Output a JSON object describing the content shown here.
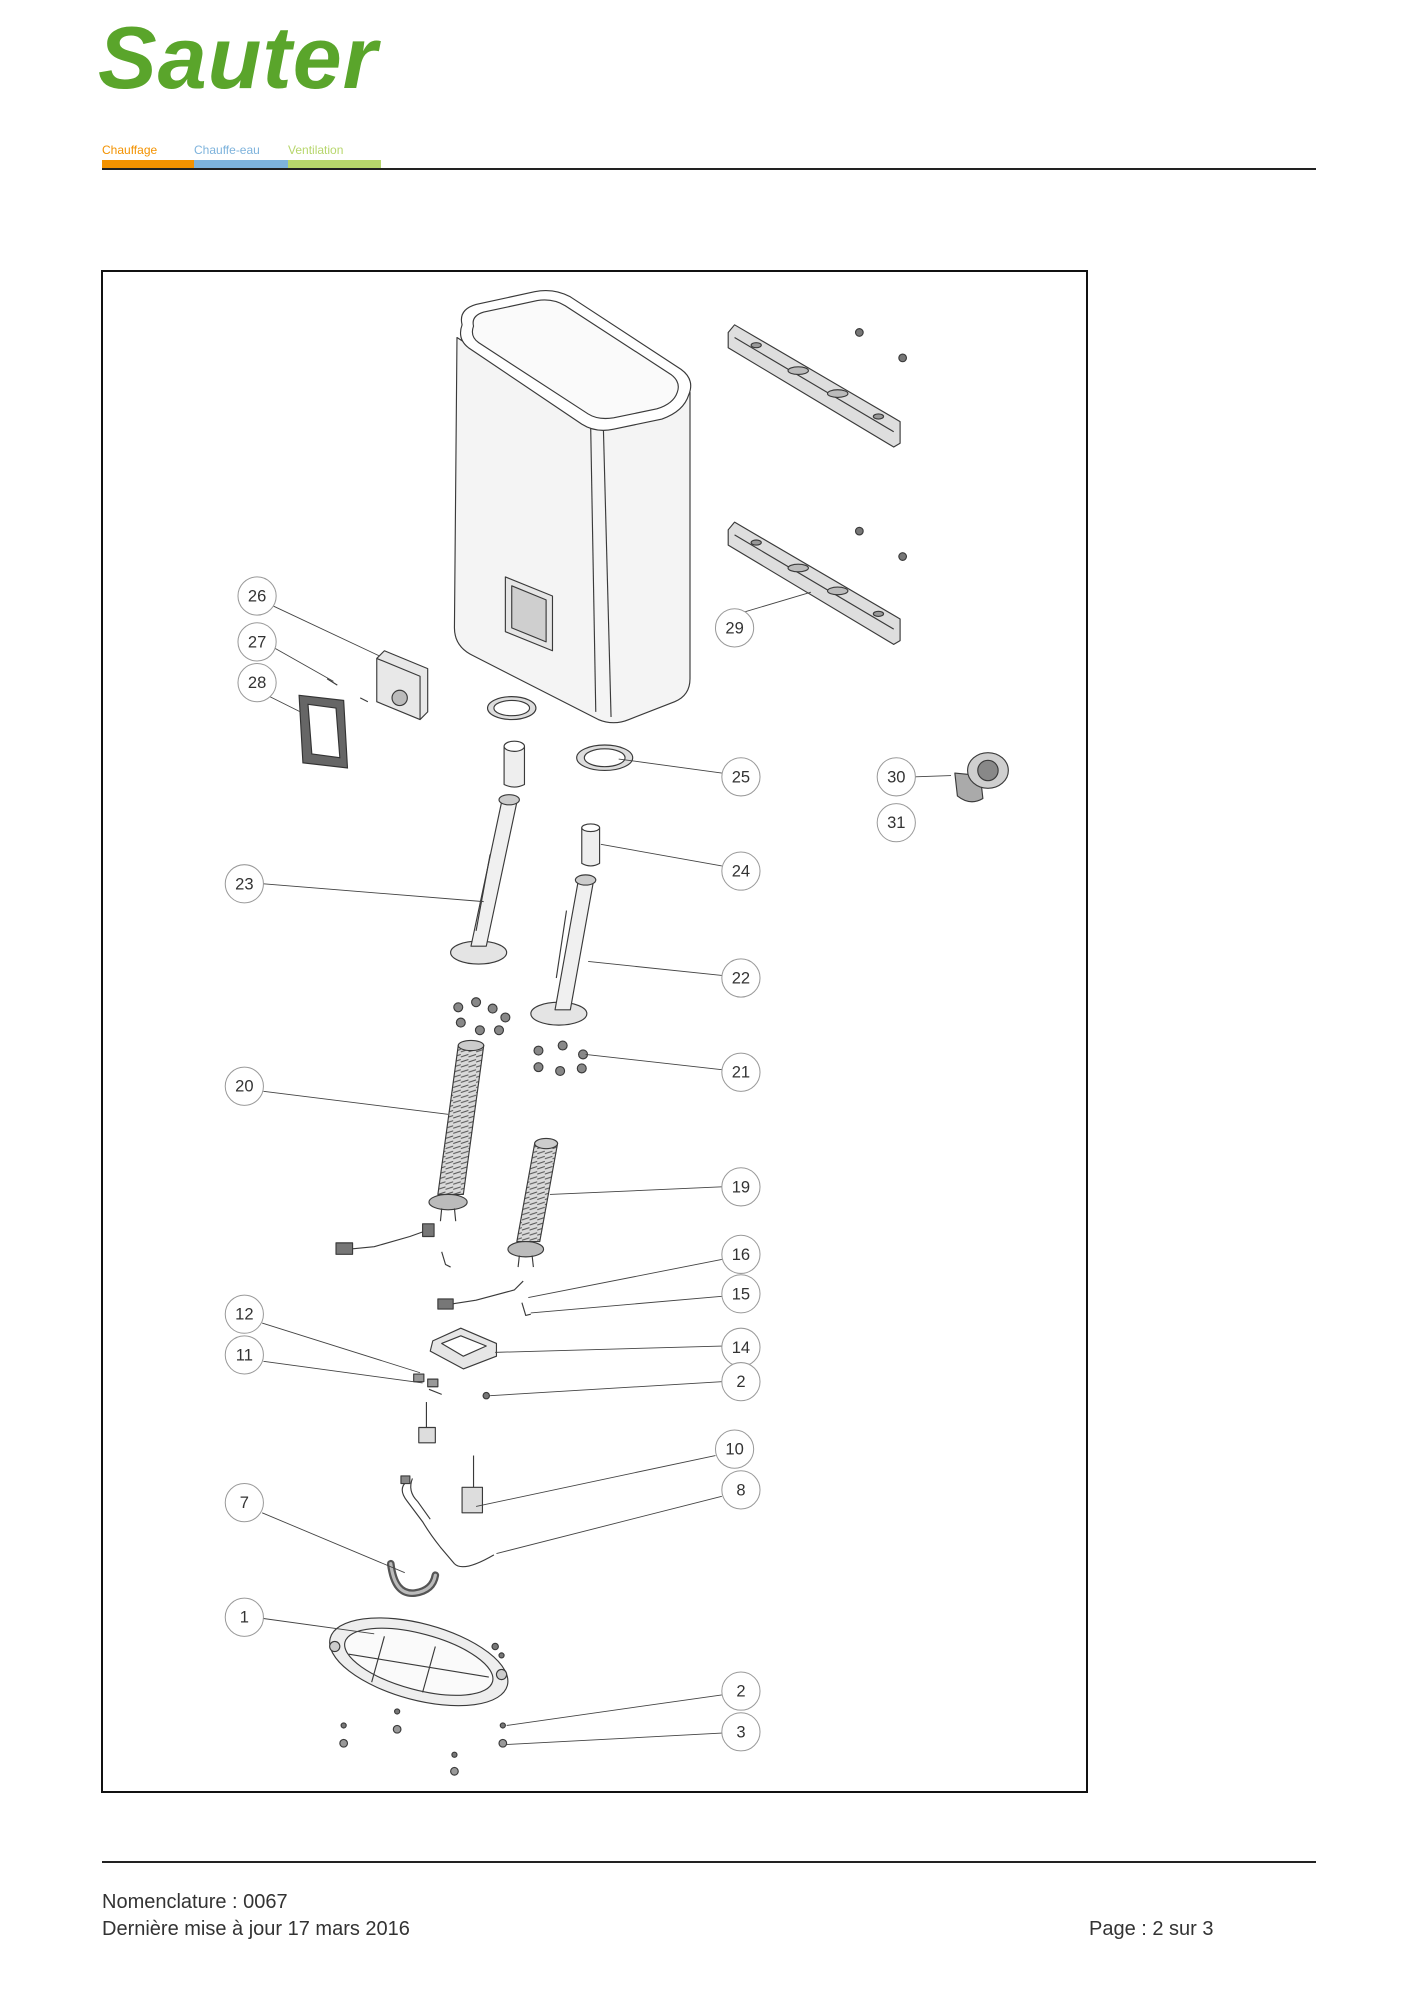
{
  "header": {
    "logo": "Sauter",
    "logo_color": "#5aa52b",
    "tabs": [
      {
        "label": "Chauffage",
        "color": "#f39200"
      },
      {
        "label": "Chauffe-eau",
        "color": "#7eb3dc"
      },
      {
        "label": "Ventilation",
        "color": "#b7d66c"
      }
    ]
  },
  "diagram": {
    "callouts": [
      "26",
      "27",
      "28",
      "29",
      "25",
      "30",
      "31",
      "24",
      "23",
      "22",
      "21",
      "20",
      "19",
      "16",
      "15",
      "12",
      "14",
      "11",
      "2",
      "10",
      "8",
      "7",
      "1",
      "2",
      "3"
    ]
  },
  "footer": {
    "nomenclature": "Nomenclature : 0067",
    "updated": "Dernière mise à jour 17 mars 2016",
    "page": "Page : 2 sur 3"
  }
}
